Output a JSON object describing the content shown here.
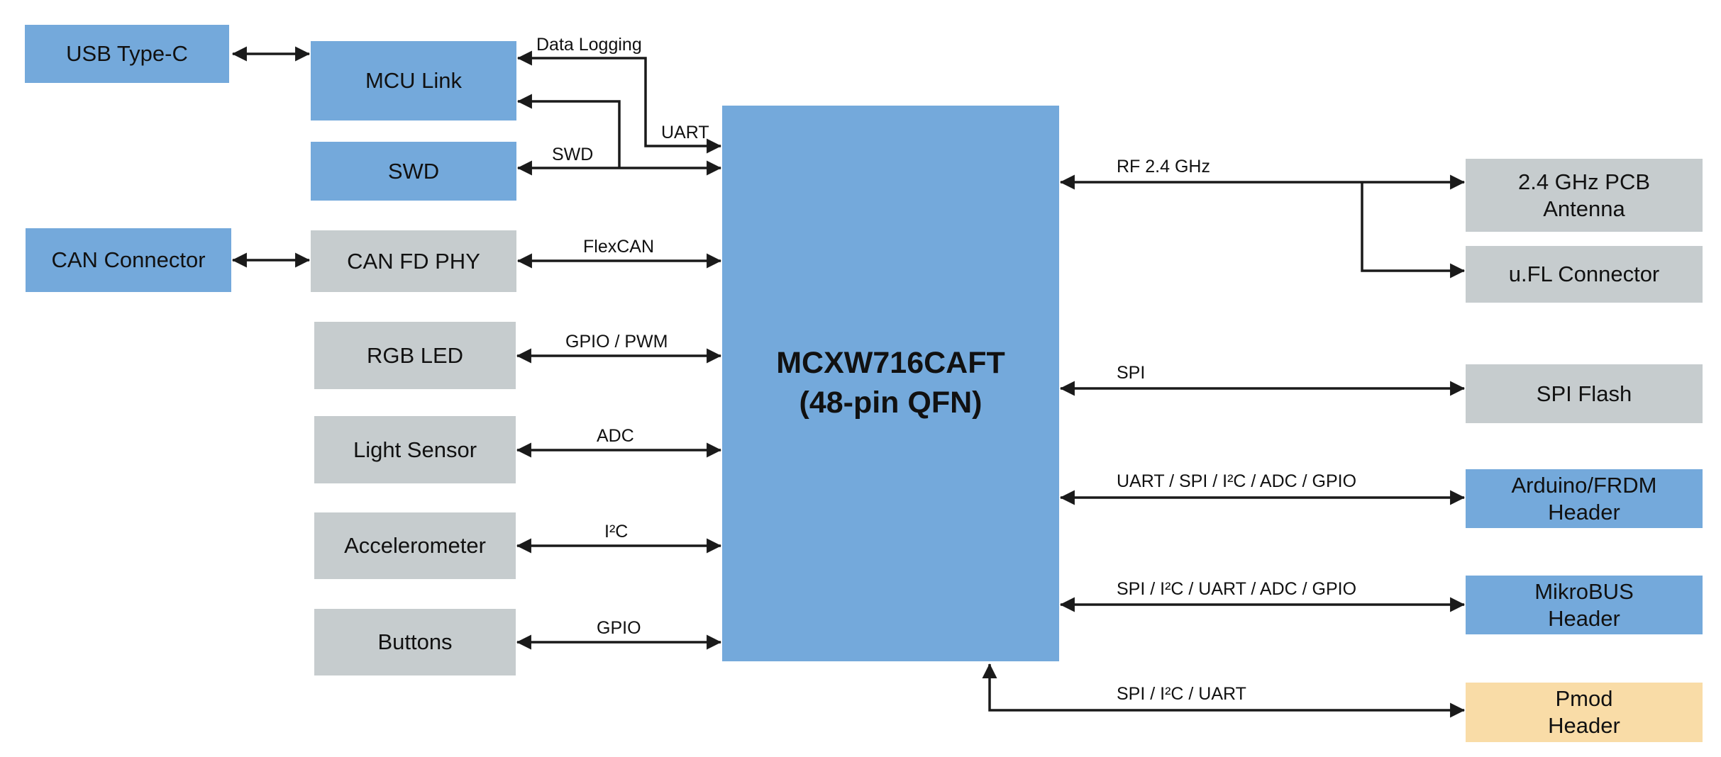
{
  "diagram": {
    "colors": {
      "blue": "#74A9DB",
      "gray": "#C6CCCE",
      "orange": "#F9DCA7",
      "line": "#1A1A1A",
      "background": "#FFFFFF"
    },
    "blocks": {
      "usb_type_c": {
        "label": "USB Type-C"
      },
      "mcu_link": {
        "label": "MCU Link"
      },
      "swd": {
        "label": "SWD"
      },
      "can_connector": {
        "label": "CAN Connector"
      },
      "can_fd_phy": {
        "label": "CAN FD PHY"
      },
      "rgb_led": {
        "label": "RGB LED"
      },
      "light_sensor": {
        "label": "Light Sensor"
      },
      "accelerometer": {
        "label": "Accelerometer"
      },
      "buttons": {
        "label": "Buttons"
      },
      "mcu": {
        "line1": "MCXW716CAFT",
        "line2": "(48-pin QFN)"
      },
      "pcb_antenna": {
        "label": "2.4 GHz PCB\nAntenna"
      },
      "ufl_connector": {
        "label": "u.FL Connector"
      },
      "spi_flash": {
        "label": "SPI Flash"
      },
      "arduino_header": {
        "label": "Arduino/FRDM\nHeader"
      },
      "mikrobus_header": {
        "label": "MikroBUS\nHeader"
      },
      "pmod_header": {
        "label": "Pmod\nHeader"
      }
    },
    "bus_labels": {
      "data_logging": "Data Logging",
      "uart": "UART",
      "swd": "SWD",
      "flexcan": "FlexCAN",
      "gpio_pwm": "GPIO / PWM",
      "adc": "ADC",
      "i2c": "I²C",
      "gpio": "GPIO",
      "rf": "RF 2.4 GHz",
      "spi": "SPI",
      "arduino_bus": "UART / SPI / I²C / ADC / GPIO",
      "mikrobus_bus": "SPI / I²C / UART / ADC / GPIO",
      "pmod_bus": "SPI / I²C / UART"
    }
  }
}
